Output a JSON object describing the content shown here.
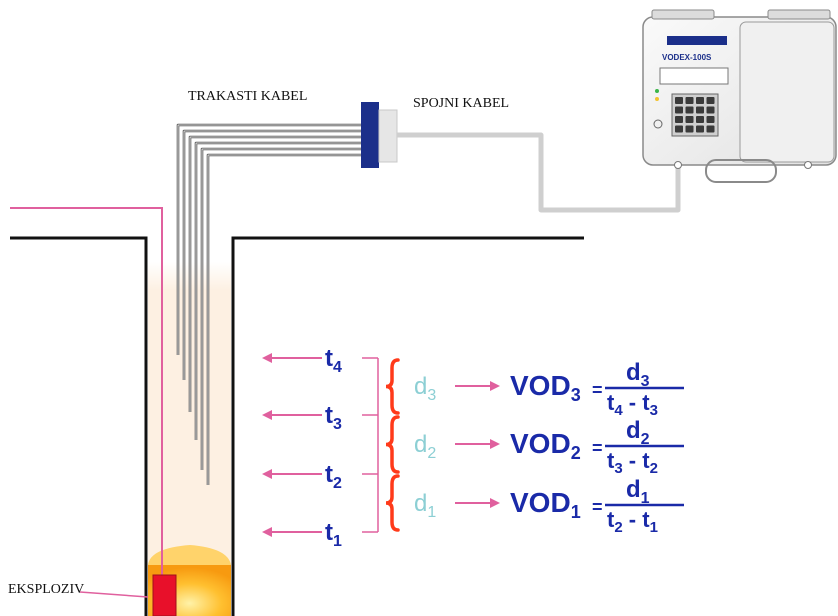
{
  "labels": {
    "ribbon_cable": "TRAKASTI KABEL",
    "connector_cable": "SPOJNI KABEL",
    "explosive": "EKSPLOZIV"
  },
  "device": {
    "brand": "",
    "model": "VODEX-100S",
    "subtitle": "",
    "screen_line_1": "",
    "screen_line_2": ""
  },
  "times": [
    {
      "base": "t",
      "sub": "4"
    },
    {
      "base": "t",
      "sub": "3"
    },
    {
      "base": "t",
      "sub": "2"
    },
    {
      "base": "t",
      "sub": "1"
    }
  ],
  "distances": [
    {
      "base": "d",
      "sub": "3"
    },
    {
      "base": "d",
      "sub": "2"
    },
    {
      "base": "d",
      "sub": "1"
    }
  ],
  "formulas": [
    {
      "lhs_base": "VOD",
      "lhs_sub": "3",
      "eq": "=",
      "num_base": "d",
      "num_sub": "3",
      "den_a_base": "t",
      "den_a_sub": "4",
      "minus": " - ",
      "den_b_base": "t",
      "den_b_sub": "3"
    },
    {
      "lhs_base": "VOD",
      "lhs_sub": "2",
      "eq": "=",
      "num_base": "d",
      "num_sub": "2",
      "den_a_base": "t",
      "den_a_sub": "3",
      "minus": " - ",
      "den_b_base": "t",
      "den_b_sub": "2"
    },
    {
      "lhs_base": "VOD",
      "lhs_sub": "1",
      "eq": "=",
      "num_base": "d",
      "num_sub": "1",
      "den_a_base": "t",
      "den_a_sub": "2",
      "minus": " - ",
      "den_b_base": "t",
      "den_b_sub": "1"
    }
  ],
  "colors": {
    "pink": "#e0609e",
    "navy": "#1a2aa8",
    "teal": "#8ccfd4",
    "red_brace": "#ff3a1a",
    "ground": "#111111",
    "fill_top": "#fdf0e2",
    "explosive_orange": "#ffb020",
    "detonator_red": "#e8102a",
    "connector_blue": "#1b2f8a",
    "cable_grey": "#cfcfcf"
  }
}
